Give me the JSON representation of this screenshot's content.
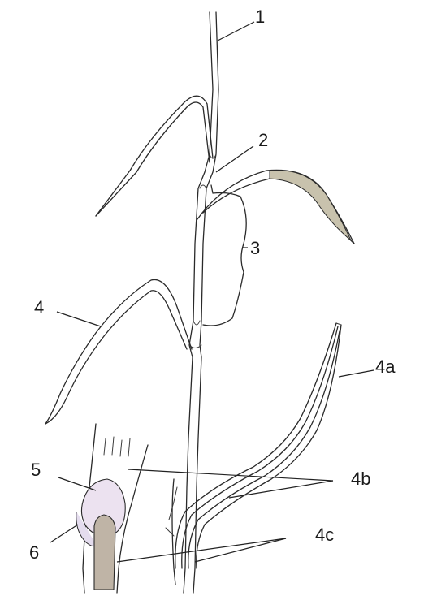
{
  "labels": {
    "l1": "1",
    "l2": "2",
    "l3": "3",
    "l4": "4",
    "l4a": "4a",
    "l4b": "4b",
    "l4c": "4c",
    "l5": "5",
    "l6": "6"
  },
  "colors": {
    "flag_leaf_tip": "#c8c2ad",
    "ligule": "#ece2f0",
    "auricle_stem": "#bfb4a6",
    "line": "#2a2a2a"
  }
}
